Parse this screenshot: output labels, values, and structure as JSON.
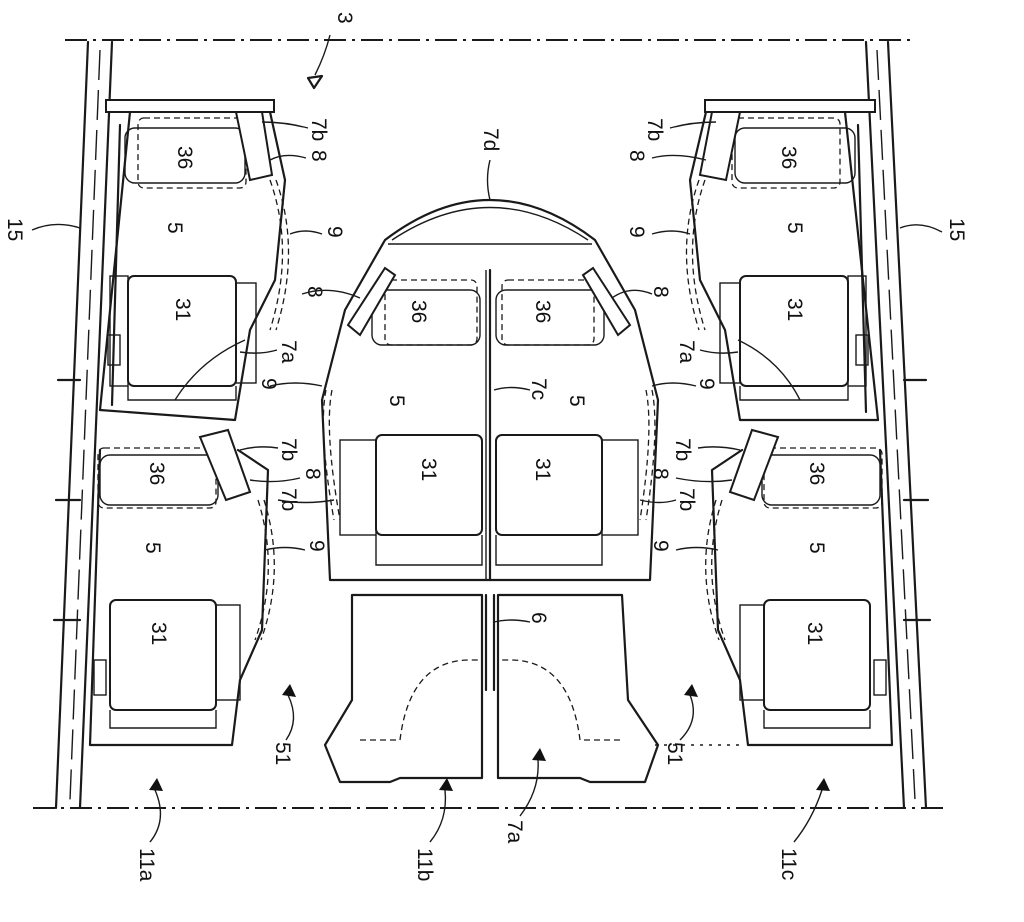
{
  "figure": {
    "labels": {
      "aircraft": "3",
      "fuselage": "15",
      "seat_unit": "5",
      "seat": "31",
      "ottoman": "36",
      "wall_panel_a": "7a",
      "wall_panel_b": "7b",
      "wall_panel_c": "7c",
      "wall_panel_d": "7d",
      "hinge": "8",
      "door": "9",
      "console": "6",
      "aisle_arrow": "51",
      "aisle_a": "11a",
      "aisle_b": "11b",
      "aisle_c": "11c"
    }
  }
}
